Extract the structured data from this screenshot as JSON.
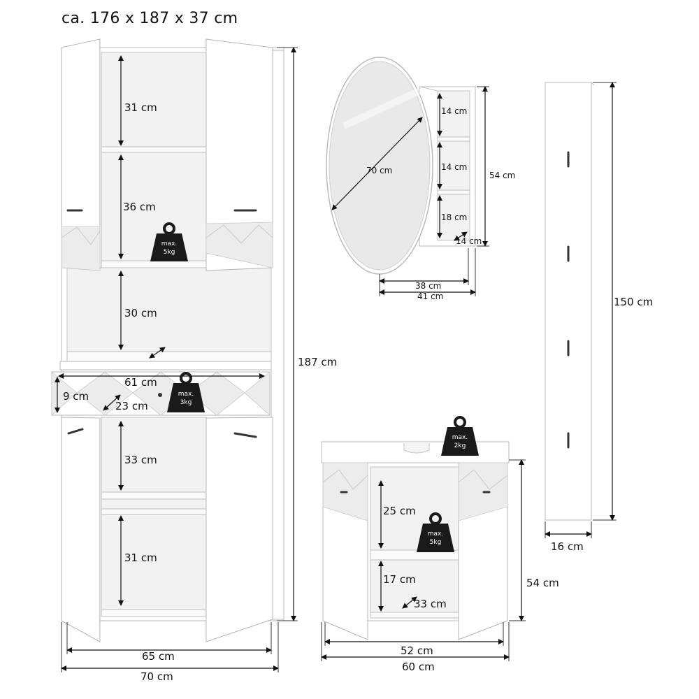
{
  "title": "ca. 176 x 187 x 37 cm",
  "tall_cabinet": {
    "shelf_1": "31 cm",
    "shelf_2": "36 cm",
    "open_compartment": "30 cm",
    "drawer_width": "61 cm",
    "drawer_height": "9 cm",
    "drawer_depth": "23 cm",
    "shelf_3": "33 cm",
    "shelf_4": "31 cm",
    "inner_width": "65 cm",
    "outer_width": "70 cm",
    "height": "187 cm",
    "weight_shelf": {
      "line1": "max.",
      "line2": "5kg"
    },
    "weight_drawer": {
      "line1": "max.",
      "line2": "3kg"
    }
  },
  "mirror_cabinet": {
    "mirror_diameter": "70 cm",
    "shelf_1": "14 cm",
    "shelf_2": "14 cm",
    "shelf_3": "18 cm",
    "depth": "14 cm",
    "height": "54 cm",
    "inner_width": "38 cm",
    "outer_width": "41 cm"
  },
  "coat_panel": {
    "height": "150 cm",
    "width": "16 cm"
  },
  "vanity": {
    "upper": "25 cm",
    "lower": "17 cm",
    "depth": "33 cm",
    "height": "54 cm",
    "inner_width": "52 cm",
    "outer_width": "60 cm",
    "weight_top": {
      "line1": "max.",
      "line2": "2kg"
    },
    "weight_shelf": {
      "line1": "max.",
      "line2": "5kg"
    }
  }
}
